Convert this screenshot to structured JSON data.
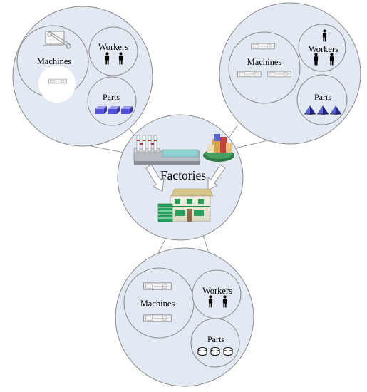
{
  "center": {
    "label": "Factories"
  },
  "clusters": [
    {
      "id": "top-left",
      "machines_label": "Machines",
      "workers_label": "Workers",
      "parts_label": "Parts",
      "worker_count": 2,
      "part_count": 3,
      "part_shape": "cube"
    },
    {
      "id": "top-right",
      "machines_label": "Machines",
      "workers_label": "Workers",
      "parts_label": "Parts",
      "worker_count": 3,
      "part_count": 3,
      "part_shape": "pyramid"
    },
    {
      "id": "bottom",
      "machines_label": "Machines",
      "workers_label": "Workers",
      "parts_label": "Parts",
      "worker_count": 2,
      "part_count": 3,
      "part_shape": "cylinder"
    }
  ],
  "colors": {
    "bubble_fill": "#e3e9f3",
    "bubble_stroke": "#8a8a8a",
    "connector": "#9a9a9a",
    "part_cube": "#5050d8",
    "part_pyramid": "#242a8c",
    "building_green": "#23a05a",
    "roof": "#d8c58a"
  }
}
